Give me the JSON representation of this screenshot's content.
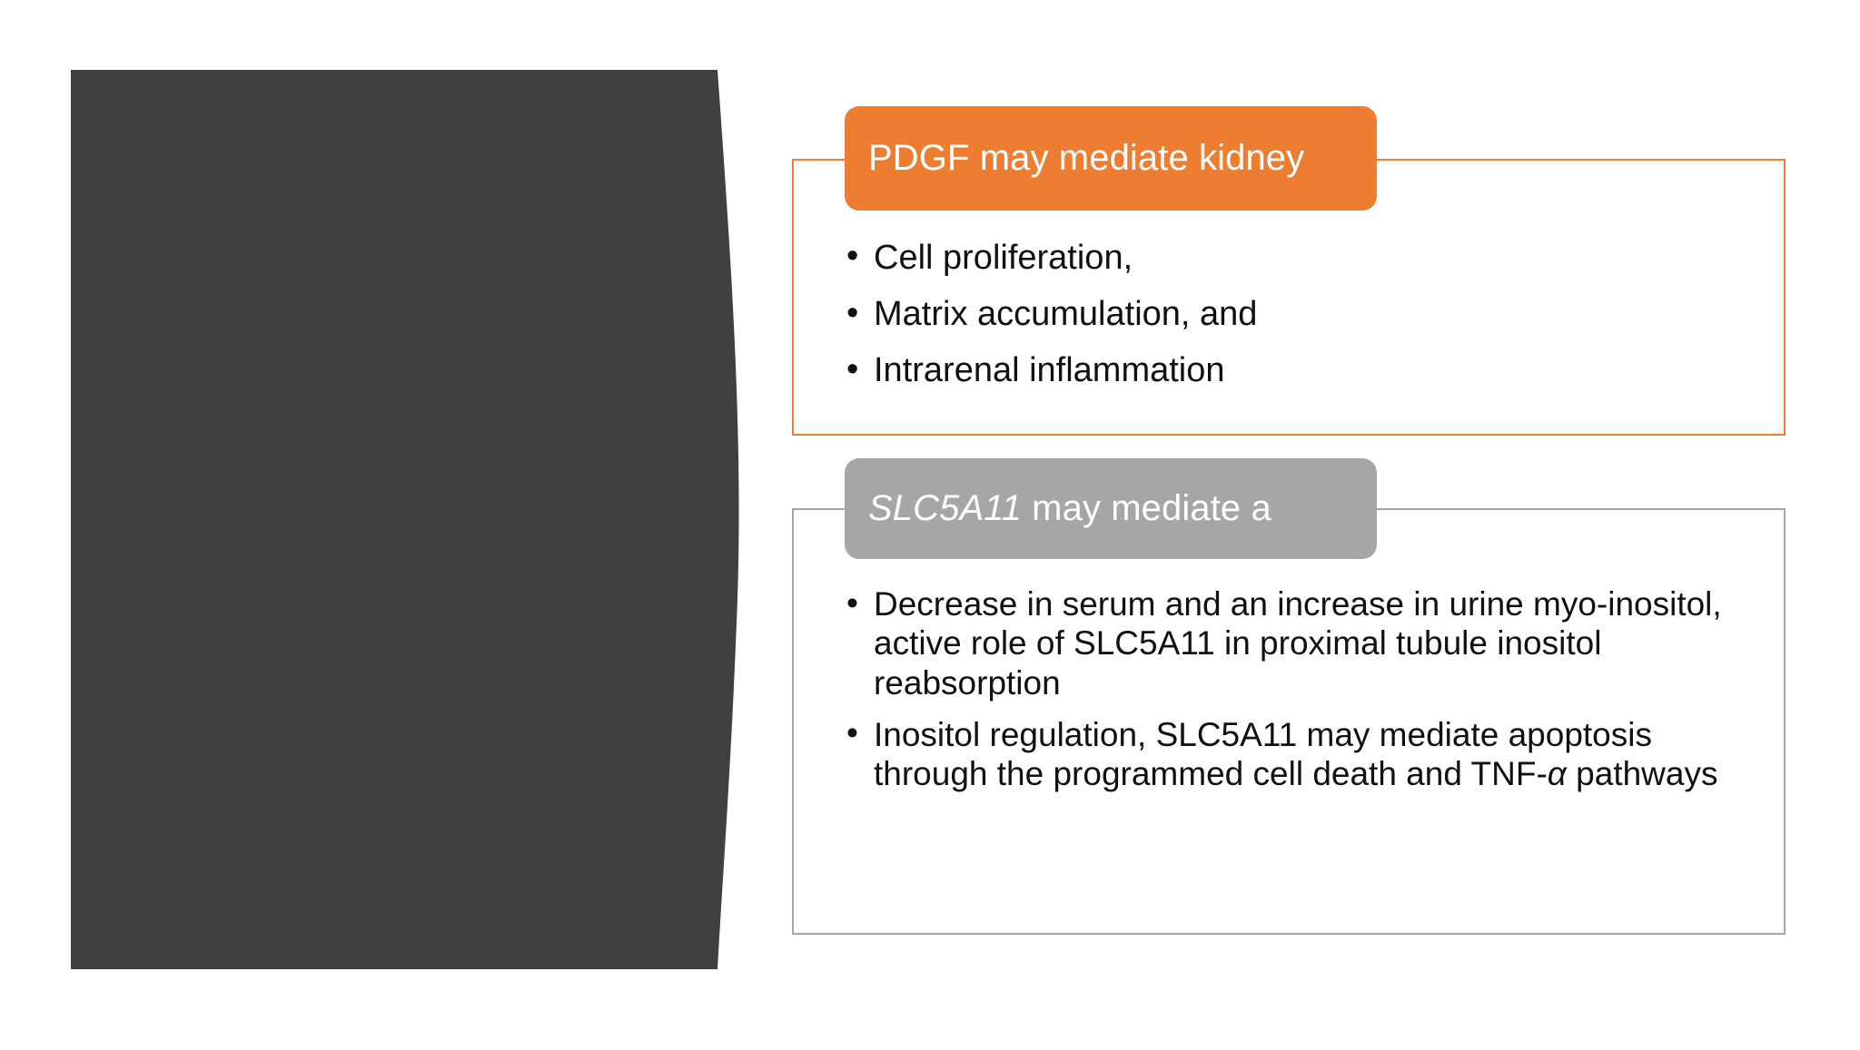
{
  "slide": {
    "background_color": "#FFFFFF",
    "decor": {
      "shape_name": "curved-dark-panel",
      "color": "#404040"
    }
  },
  "cards": [
    {
      "id": "pdgf",
      "accent_color": "#ED7D31",
      "header": {
        "prefix": "",
        "emphasis": "",
        "text": "PDGF may mediate kidney"
      },
      "bullets": [
        "Cell proliferation,",
        "Matrix accumulation, and",
        "Intrarenal inflammation"
      ]
    },
    {
      "id": "slc5a11",
      "accent_color": "#A6A6A6",
      "header": {
        "prefix": "",
        "emphasis": "SLC5A11",
        "text": " may mediate a"
      },
      "bullets": [
        "Decrease in serum and an increase in urine myo-inositol, active role of SLC5A11 in proximal tubule inositol reabsorption",
        "Inositol regulation, SLC5A11 may mediate apoptosis through the programmed cell death and TNF-α pathways"
      ],
      "bullet_italic_tokens": [
        "α"
      ]
    }
  ]
}
